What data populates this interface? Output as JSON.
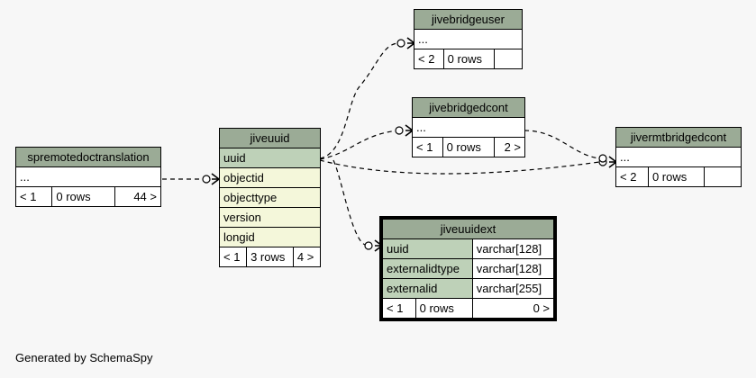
{
  "tables": {
    "spremotedoctranslation": {
      "name": "spremotedoctranslation",
      "rows": [
        {
          "name": "..."
        }
      ],
      "stats": [
        "< 1",
        "0 rows",
        "44 >"
      ]
    },
    "jiveuuid": {
      "name": "jiveuuid",
      "rows": [
        {
          "name": "uuid"
        },
        {
          "name": "objectid"
        },
        {
          "name": "objecttype"
        },
        {
          "name": "version"
        },
        {
          "name": "longid"
        }
      ],
      "stats": [
        "< 1",
        "3 rows",
        "4 >"
      ]
    },
    "jivebridgeuser": {
      "name": "jivebridgeuser",
      "rows": [
        {
          "name": "..."
        }
      ],
      "stats": [
        "< 2",
        "0 rows",
        ""
      ]
    },
    "jivebridgedcont": {
      "name": "jivebridgedcont",
      "rows": [
        {
          "name": "..."
        }
      ],
      "stats": [
        "< 1",
        "0 rows",
        "2 >"
      ]
    },
    "jivermtbridgedcont": {
      "name": "jivermtbridgedcont",
      "rows": [
        {
          "name": "..."
        }
      ],
      "stats": [
        "< 2",
        "0 rows",
        ""
      ]
    },
    "jiveuuidext": {
      "name": "jiveuuidext",
      "rows": [
        {
          "name": "uuid",
          "type": "varchar[128]"
        },
        {
          "name": "externalidtype",
          "type": "varchar[128]"
        },
        {
          "name": "externalid",
          "type": "varchar[255]"
        }
      ],
      "stats": [
        "< 1",
        "0 rows",
        "0 >"
      ]
    }
  },
  "footer": "Generated by SchemaSpy"
}
